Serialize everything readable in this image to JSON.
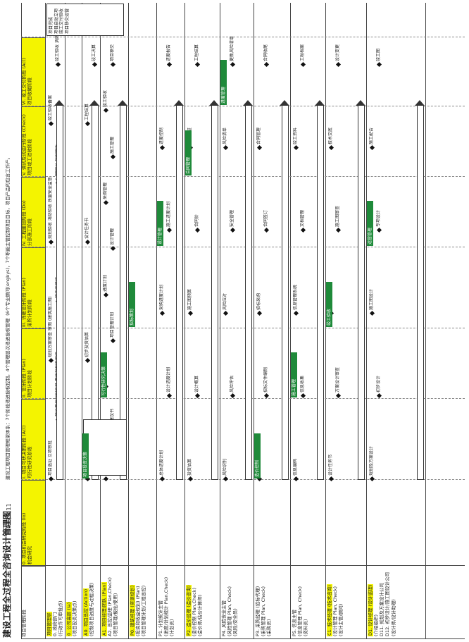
{
  "doc": {
    "title": "建设工程全过程全咨询设计管理图",
    "date": "2017.8.11",
    "subtitle": "建设工程项目管理框架体系：7个阶段递进授权控制，4个管理层次递进授权管理（6个专业顾问(engbys)，7个职能主管控制项目目标，项目产品的包含工作产。"
  },
  "header": {
    "corner": "项目管理阶段",
    "stages": [
      {
        "label": "0. 项目机会研究阶段 (Io)\n机会研究",
        "yellow": true
      },
      {
        "label": "I. 项目可研决策阶段 (Act)\n可行性研究阶段",
        "yellow": true
      },
      {
        "label": "II. 设计阶段 (Plan)\n项目计划阶段",
        "yellow": true
      },
      {
        "label": "III. 详细设计阶段 (Plan)\n采购计划阶段",
        "yellow": true
      },
      {
        "label": "IV. 工程建设阶段 (Do)\n分部施工阶段",
        "yellow": true
      },
      {
        "label": "V. 调试及试运行阶段 (Check)\n项目竣工验收阶段",
        "yellow": true
      },
      {
        "label": "VI. 竣工交付阶段 (Act)\n项目收尾阶段",
        "yellow": true
      }
    ],
    "end_label": "项目完成"
  },
  "rows": [
    {
      "label": "项目管理层",
      "sub": "0. 政府部门\n(行政许可审批点)",
      "y_label": true
    },
    {
      "label": "0. 公司高层 (Ia)",
      "sub": "(项目投资决策点)",
      "y_label": true
    },
    {
      "label": "A0. 项目总控 (Action)",
      "sub": "(控制项目进度与过程决策)",
      "y_label": true
    },
    {
      "label": "A1. 项目经理/团队 (Plan)",
      "sub": "A2. 总控/监理 (Plan,Check)\n(项目管理/报批/使用)",
      "y_label": true
    },
    {
      "label": "P0. 建筑经理 (资源规划)",
      "sub": "(投资和收益规划) (Plan)\n(项目管理计划/工程总控)",
      "y_label": true
    },
    {
      "label": "P1. 计划统计主管",
      "sub": "(进度/计划统计 Plan,Check)\n(计划员)",
      "y_label": false
    },
    {
      "label": "P2. 造价经理 (造价咨询)",
      "sub": "(造价控制 Plan,Check)\n(造价师/估价计算师)",
      "y_label": true
    },
    {
      "label": "P4. 风险安全主管",
      "sub": "(风险管理 Plan, Check)\n(风险/安全员)",
      "y_label": false
    },
    {
      "label": "P3. 采购经理 (招标代理)",
      "sub": "(采购管理 Plan, Check)\n(采购员)",
      "y_label": false
    },
    {
      "label": "P5. 信息主管",
      "sub": "(信息管理 Plan, Check)\n(资料员)",
      "y_label": false
    },
    {
      "label": "C1. 技术经理 (技术咨询)",
      "sub": "(设计管理 Plan, Check)\n(设计主管/顾问)",
      "y_label": true
    },
    {
      "label": "D1. 设计经理 (设计监理)",
      "sub": "(介绍组织)\nD11. 规划及方案设计公司\nD12. 初步设计/施工图设计公司\n(设计师/设计助理)",
      "y_label": true
    }
  ],
  "col_text": {
    "gov": [
      "项目选址 立项审批",
      "建设用地规划许可 用地规划许可证",
      "规划方案审查 审图 (建筑施工图)",
      "施工许可证",
      "规划验收 消防验收 质量安全监督",
      "门牌编号 规划验收",
      "竣工验收备案",
      "竣工验收 消防、规划"
    ],
    "exec": [
      "项目建议书",
      "投资估算",
      "初步投资估算",
      "立项报批",
      "设计任务书",
      "施工图预算",
      "工程结算",
      "竣工决算"
    ],
    "pm": [
      "投资机会分析",
      "项目建议书",
      "可行性研究报告",
      "项目管理计划",
      "进度计划",
      "设计管理",
      "采购管理",
      "施工管理",
      "竣工验收",
      "项目移交"
    ],
    "plan": [
      "总体进度计划",
      "设计进度计划",
      "采购进度计划",
      "施工进度计划",
      "进度控制",
      "进度报告"
    ],
    "cost": [
      "投资估算",
      "设计概算",
      "施工图预算",
      "合同价",
      "变更签证",
      "工程结算"
    ],
    "risk": [
      "风险识别",
      "风险评估",
      "风险应对",
      "安全管理",
      "风险清单",
      "更新风险清单"
    ],
    "proc": [
      "采购策划",
      "招标文件编制",
      "招标采购",
      "合同签订",
      "合同管理",
      "合同收尾"
    ],
    "info": [
      "信息编码",
      "信息收集",
      "信息管理系统",
      "文档管理",
      "竣工资料",
      "工程档案"
    ],
    "tech": [
      "设计任务书",
      "方案设计审查",
      "初步设计审查",
      "施工图审查",
      "技术交底",
      "设计变更"
    ],
    "design": [
      "规划及方案设计",
      "初步设计",
      "施工图设计",
      "专项设计",
      "施工配合",
      "竣工图"
    ]
  },
  "green_bars": [
    "项目投资决策",
    "可行性研究决策",
    "招标策划",
    "设计管理",
    "合同管理",
    "进度管理",
    "造价控制",
    "施工管理",
    "竣工验收",
    "运营管理"
  ],
  "right_notes": [
    "项目启动立项",
    "竣工交付验收",
    "项目移交运营"
  ],
  "colors": {
    "accent_yellow": "#f4f400",
    "green": "#1f8a3a",
    "line": "#444444"
  }
}
